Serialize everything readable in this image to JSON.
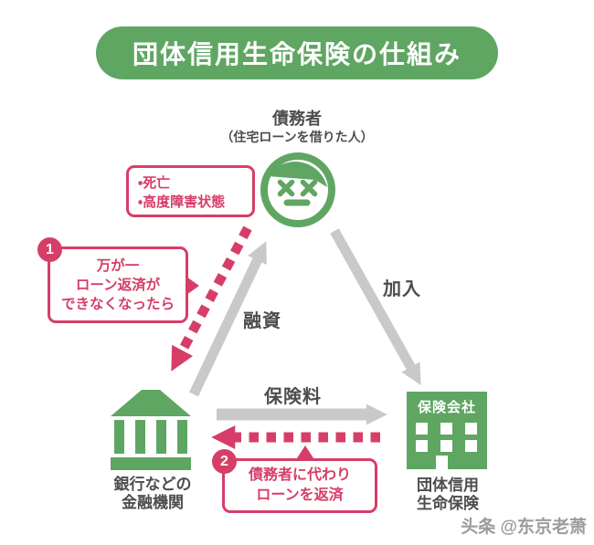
{
  "title": "団体信用生命保険の仕組み",
  "colors": {
    "green": "#5fa663",
    "pink": "#d63e68",
    "arrow-gray": "#c9c9c9",
    "text-dark": "#4d4d4d",
    "watermark-gray": "#9c9c9c"
  },
  "debtor": {
    "name": "債務者",
    "sub": "（住宅ローンを借りた人）"
  },
  "condition_box": {
    "line1": "・死亡",
    "line2": "・高度障害状態"
  },
  "step1": {
    "number": "1",
    "line1": "万が一",
    "line2": "ローン返済が",
    "line3": "できなくなったら"
  },
  "step2": {
    "number": "2",
    "line1": "債務者に代わり",
    "line2": "ローンを返済"
  },
  "arrow_labels": {
    "loan": "融資",
    "enrollment": "加入",
    "premium": "保険料"
  },
  "bank": {
    "line1": "銀行などの",
    "line2": "金融機関"
  },
  "insurer": {
    "building_label": "保険会社",
    "line1": "団体信用",
    "line2": "生命保険"
  },
  "watermark": "头条 @东京老萧"
}
